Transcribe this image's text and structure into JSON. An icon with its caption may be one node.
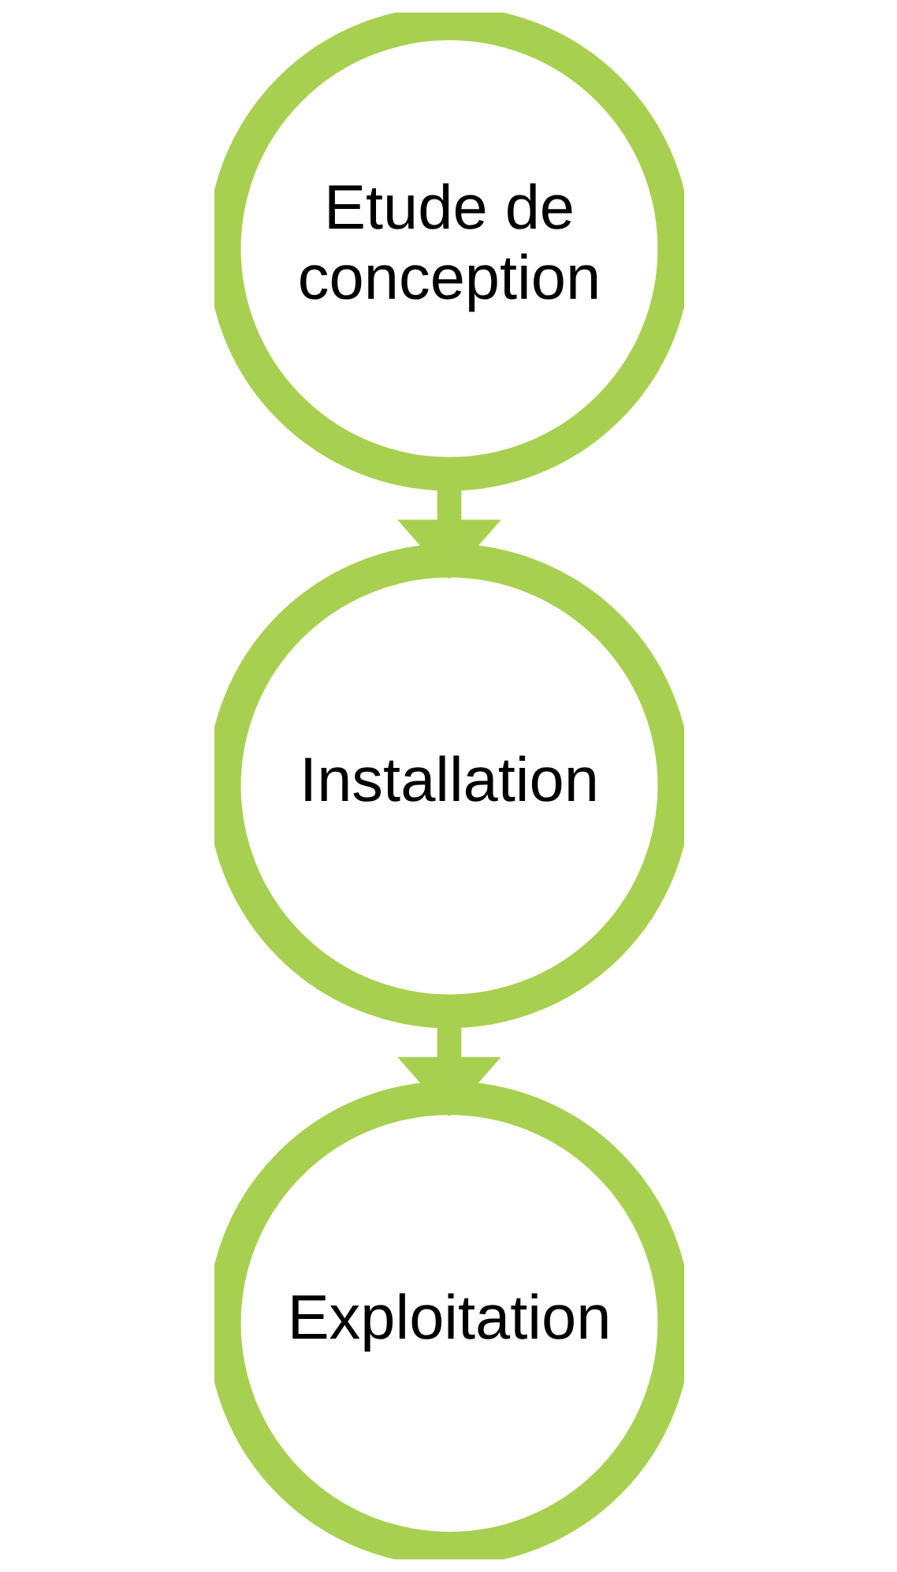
{
  "diagram": {
    "nodes": [
      {
        "text": [
          "Etude de conception"
        ]
      },
      {
        "text": [
          "Installation"
        ]
      },
      {
        "text": [
          "Exploitation"
        ]
      }
    ],
    "edges": [
      {
        "from": 0,
        "to": 1,
        "arrow": "to"
      },
      {
        "from": 1,
        "to": 2,
        "arrow": "to"
      }
    ]
  }
}
